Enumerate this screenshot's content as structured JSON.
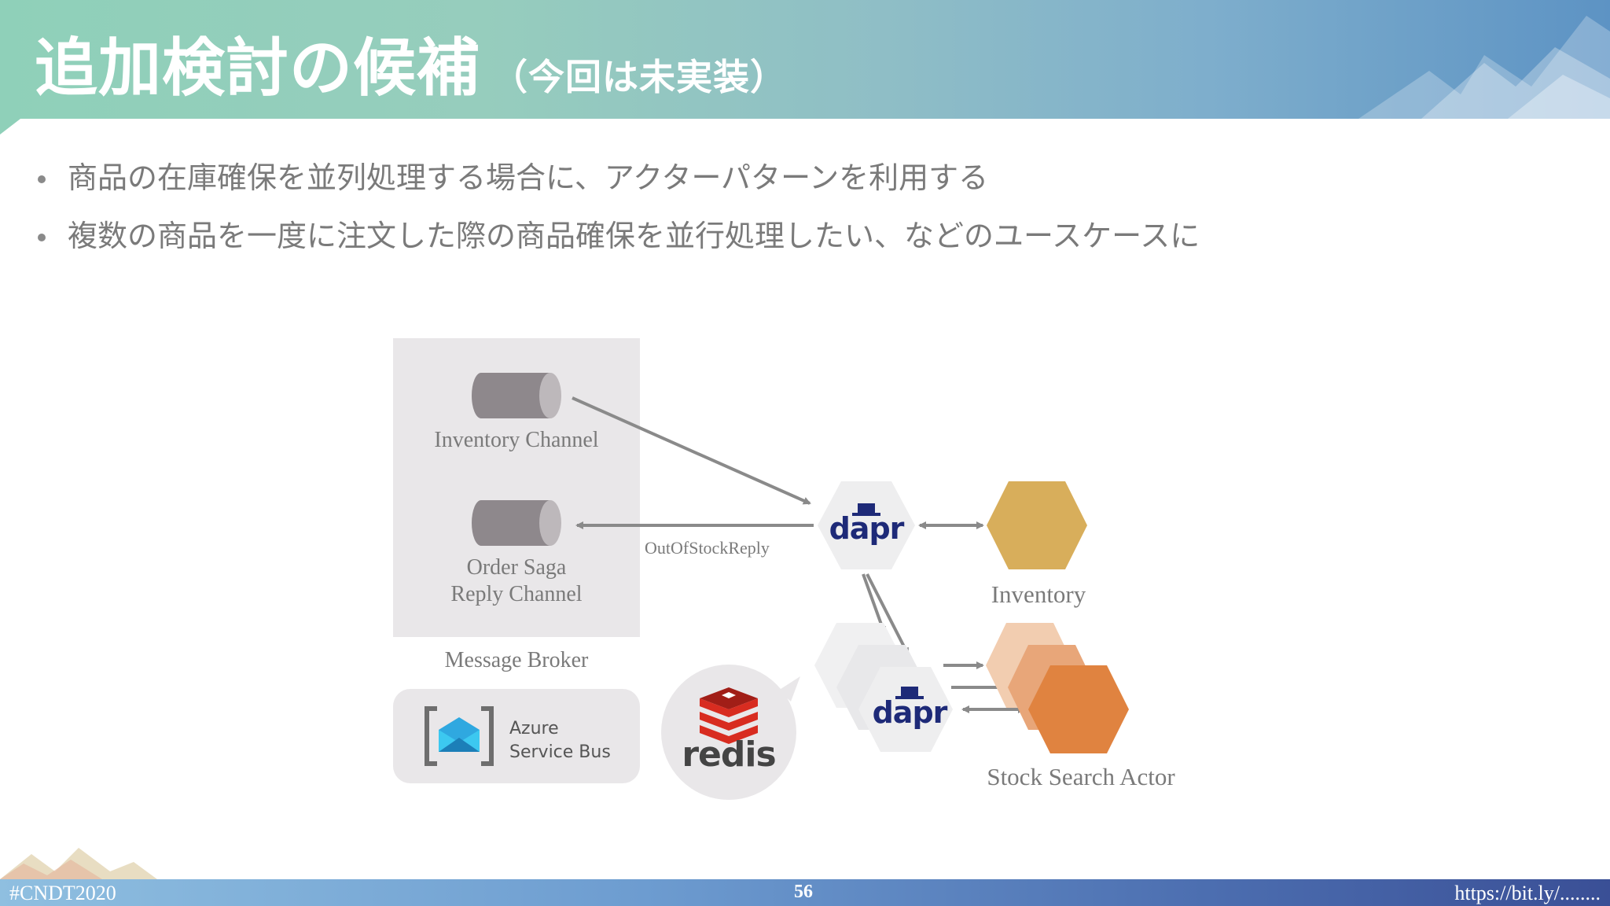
{
  "header": {
    "title": "追加検討の候補",
    "subtitle": "（今回は未実装）"
  },
  "bullets": [
    "商品の在庫確保を並列処理する場合に、アクターパターンを利用する",
    "複数の商品を一度に注文した際の商品確保を並行処理したい、などのユースケースに"
  ],
  "diagram": {
    "inventory_channel": "Inventory Channel",
    "reply_channel_line1": "Order Saga",
    "reply_channel_line2": "Reply Channel",
    "message_broker": "Message Broker",
    "azure_line1": "Azure",
    "azure_line2": "Service Bus",
    "out_of_stock_reply": "OutOfStockReply",
    "dapr_label": "dapr",
    "redis_label": "redis",
    "inventory": "Inventory",
    "stock_search_actor": "Stock Search Actor",
    "colors": {
      "inventory_hex": "#d8ae5b",
      "actor_hex": "#e08340",
      "dapr_text": "#1e2a78",
      "redis_red": "#d82c20"
    }
  },
  "footer": {
    "hashtag": "#CNDT2020",
    "page_number": "56",
    "url": "https://bit.ly/........"
  }
}
